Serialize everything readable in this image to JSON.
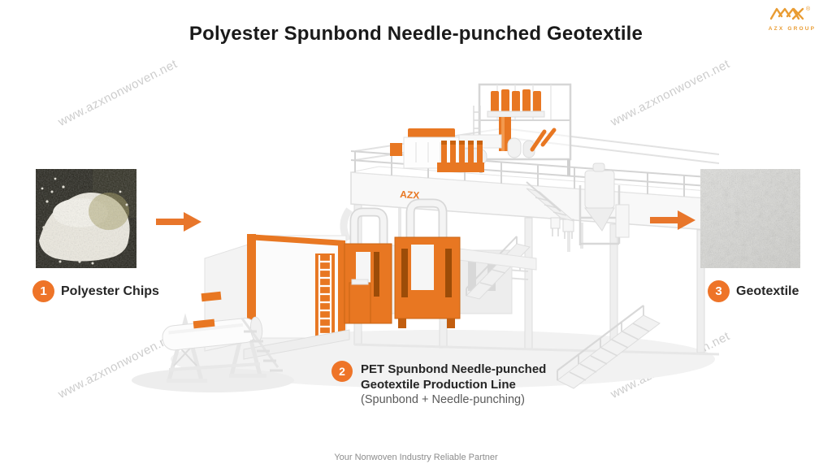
{
  "title": "Polyester Spunbond Needle-punched Geotextile",
  "brand": {
    "name": "AZX GROUP",
    "registered": "®"
  },
  "watermark": "www.azxnonwoven.net",
  "steps": [
    {
      "number": "1",
      "label": "Polyester Chips"
    },
    {
      "number": "2",
      "label_line1": "PET Spunbond Needle-punched",
      "label_line2": "Geotextile Production Line",
      "sublabel": "(Spunbond + Needle-punching)"
    },
    {
      "number": "3",
      "label": "Geotextile"
    }
  ],
  "machine": {
    "platform_logo": "AZX"
  },
  "footer": "Your Nonwoven Industry Reliable Partner",
  "colors": {
    "accent_orange": "#E87722",
    "badge_orange": "#EE7428",
    "logo_gold": "#E99C33",
    "title_text": "#1A1A1A",
    "body_text": "#262626",
    "muted_text": "#8C8C8C",
    "watermark_gray": "#C9C9C9"
  }
}
